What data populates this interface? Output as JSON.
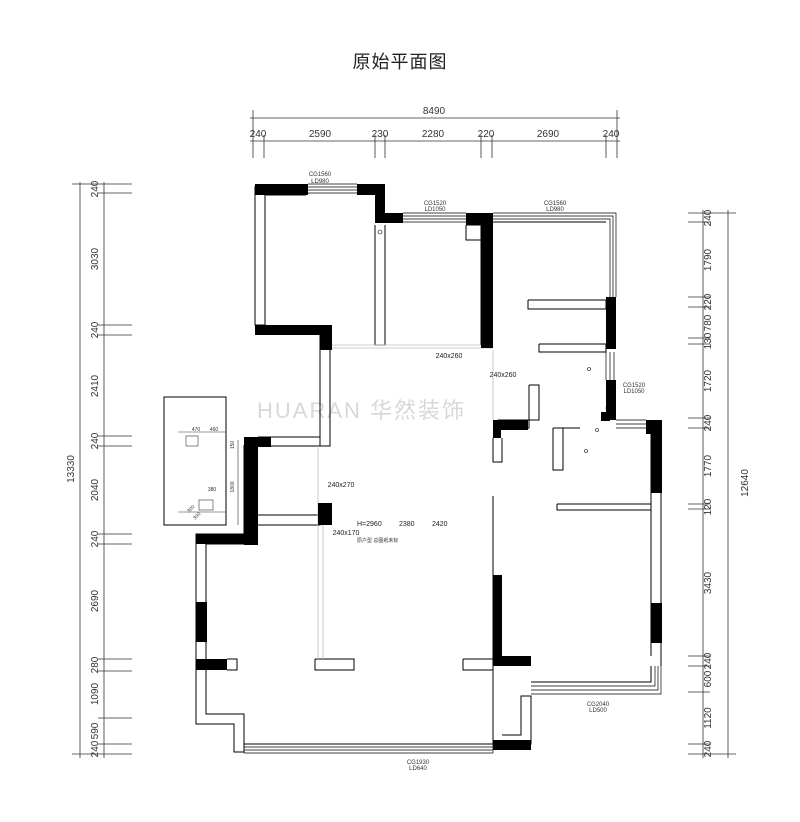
{
  "title": "原始平面图",
  "watermark": "HUARAN 华然装饰",
  "wall_color": "#000000",
  "line_color": "#333333",
  "top_dims": {
    "total": "8490",
    "segments": [
      "240",
      "2590",
      "230",
      "2280",
      "220",
      "2690",
      "240"
    ]
  },
  "left_dims": {
    "total": "13330",
    "segments": [
      "240",
      "3030",
      "240",
      "2410",
      "240",
      "2040",
      "240",
      "2690",
      "280",
      "1090",
      "590",
      "240"
    ]
  },
  "right_dims": {
    "total": "12640",
    "segments": [
      "240",
      "1790",
      "220",
      "780",
      "130",
      "1720",
      "240",
      "1770",
      "120",
      "3430",
      "240",
      "600",
      "1120",
      "240"
    ]
  },
  "windows": [
    {
      "code": "CG1560",
      "ld": "LD980"
    },
    {
      "code": "CG1520",
      "ld": "LD1050"
    },
    {
      "code": "CG1560",
      "ld": "LD980"
    },
    {
      "code": "CG1520",
      "ld": "LD1050"
    },
    {
      "code": "CG2040",
      "ld": "LD500"
    },
    {
      "code": "CG1930",
      "ld": "LD640"
    }
  ],
  "beams": [
    "240x260",
    "240x260",
    "240x270",
    "240x170"
  ],
  "heights": {
    "main": "H=2960",
    "mid": "2380",
    "end": "2420",
    "note": "原户型 总图纸未标"
  },
  "inset": {
    "dims": [
      "470",
      "460",
      "150",
      "1800",
      "380",
      "300",
      "300"
    ]
  }
}
